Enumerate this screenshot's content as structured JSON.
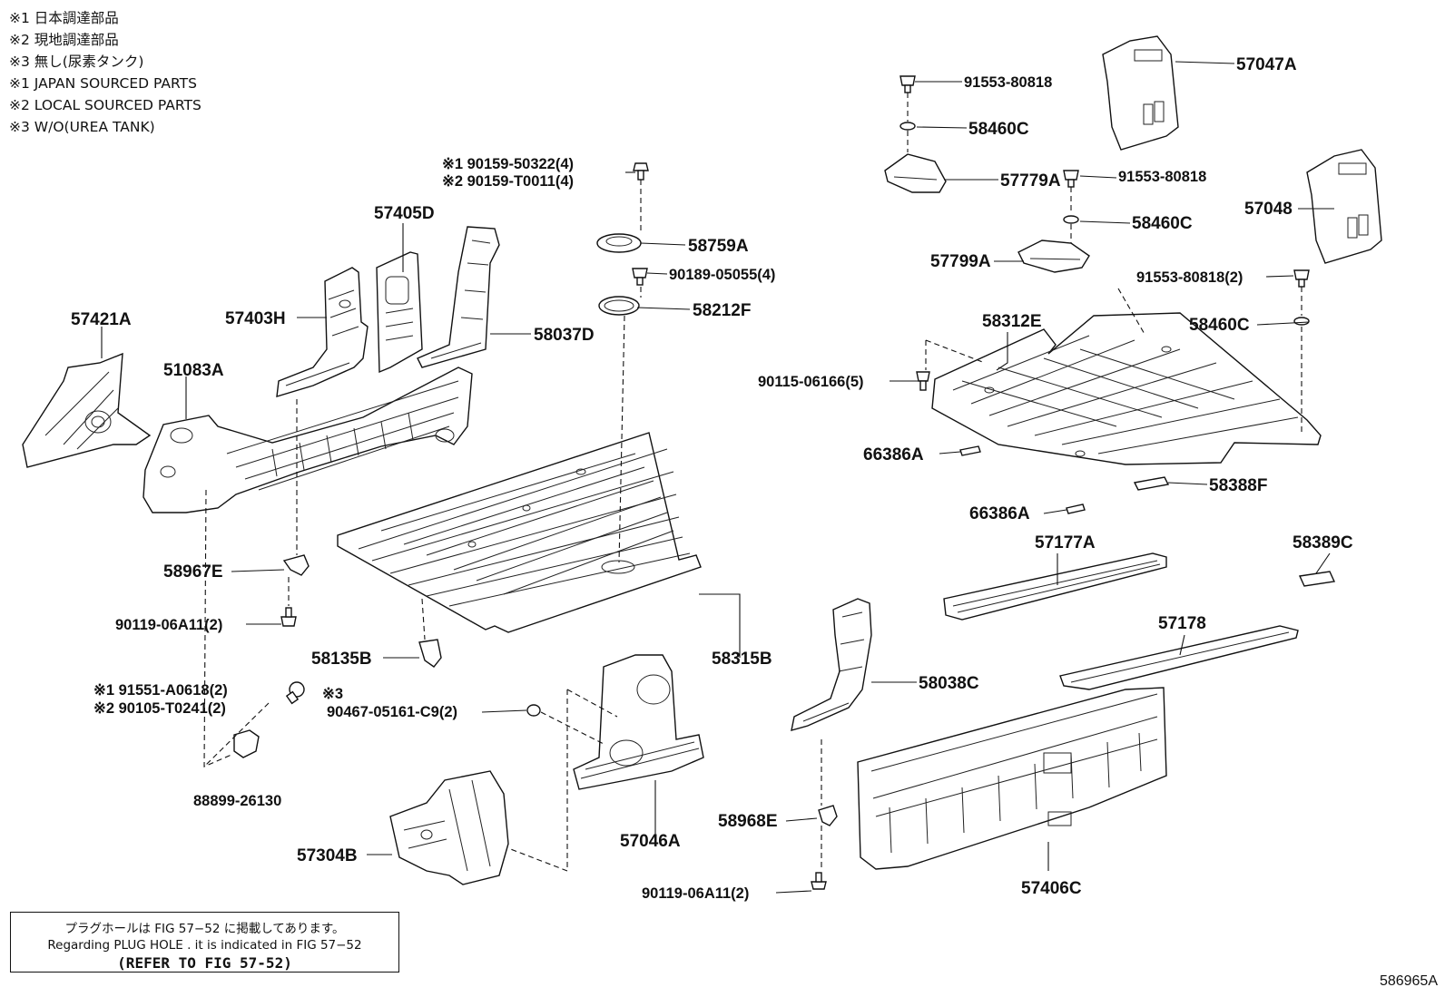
{
  "legend": [
    "※1 日本調達部品",
    "※2 現地調達部品",
    "※3 無し(尿素タンク)",
    "※1 JAPAN SOURCED PARTS",
    "※2 LOCAL SOURCED PARTS",
    "※3 W/O(UREA TANK)"
  ],
  "callouts": {
    "p57047A": "57047A",
    "p91553_80818_a": "91553-80818",
    "p58460C_a": "58460C",
    "p57779A": "57779A",
    "p91553_80818_b": "91553-80818",
    "p57048": "57048",
    "p58460C_b": "58460C",
    "p57799A": "57799A",
    "p91553_80818_2": "91553-80818(2)",
    "p58312E": "58312E",
    "p58460C_c": "58460C",
    "p90115_06166_5": "90115-06166(5)",
    "p66386A_a": "66386A",
    "p58388F": "58388F",
    "p66386A_b": "66386A",
    "p57177A": "57177A",
    "p58389C": "58389C",
    "p57178": "57178",
    "p58038C": "58038C",
    "p58968E": "58968E",
    "p57406C": "57406C",
    "p90119_06A11_2_b": "90119-06A11(2)",
    "p90159_50322_4": "※1 90159-50322(4)",
    "p90159_T0011_4": "※2 90159-T0011(4)",
    "p58759A": "58759A",
    "p90189_05055_4": "90189-05055(4)",
    "p58212F": "58212F",
    "p57405D": "57405D",
    "p57403H": "57403H",
    "p58037D": "58037D",
    "p57421A": "57421A",
    "p51083A": "51083A",
    "p58967E": "58967E",
    "p90119_06A11_2_a": "90119-06A11(2)",
    "p58135B": "58135B",
    "p58315B": "58315B",
    "p91551_A0618_2": "※1 91551-A0618(2)",
    "p90105_T0241_2": "※2 90105-T0241(2)",
    "p3_mark": "※3",
    "p90467_05161_C9_2": "90467-05161-C9(2)",
    "p88899_26130": "88899-26130",
    "p57046A": "57046A",
    "p57304B": "57304B"
  },
  "note": {
    "line1": "プラグホールは FIG 57−52 に掲載してあります。",
    "line2": "Regarding PLUG HOLE . it is indicated in FIG 57−52",
    "line3": "(REFER TO FIG 57-52)"
  },
  "diagram_code": "586965A"
}
